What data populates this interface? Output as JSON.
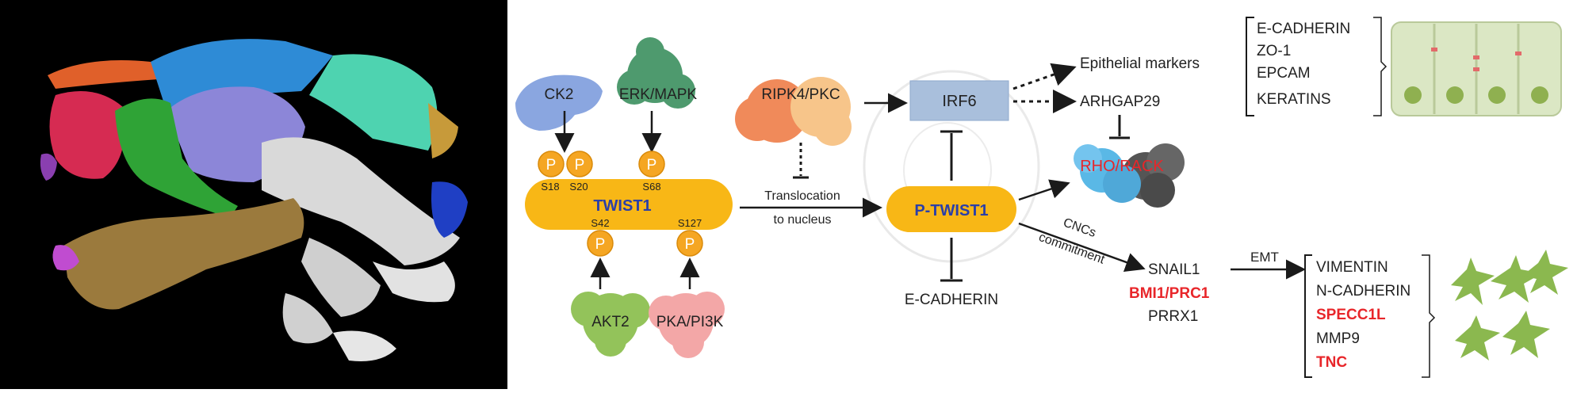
{
  "colors": {
    "twist": "#f8b716",
    "irf6_box": "#a9bfdc",
    "red_text": "#e8262a",
    "blue_text": "#2b3fa8",
    "phospho": "#f5a623",
    "ck2": "#8aa6e0",
    "erk": "#4e9a6e",
    "ripk4_a": "#f08a5a",
    "ripk4_b": "#f7c58a",
    "akt2": "#93c35a",
    "pka": "#f3a7a7",
    "cell_fill": "#dbe7c4",
    "nucleus": "#8fb050",
    "mesenchymal": "#8bb84f"
  },
  "kinases": {
    "ck2": "CK2",
    "erk": "ERK/MAPK",
    "ripk4": "RIPK4/PKC",
    "akt2": "AKT2",
    "pka": "PKA/PI3K"
  },
  "twist1": {
    "label": "TWIST1",
    "sites_top": [
      "S18",
      "S20",
      "S68"
    ],
    "sites_bottom": [
      "S42",
      "S127"
    ],
    "phospho_symbol": "P"
  },
  "translocation": {
    "line1": "Translocation",
    "line2": "to nucleus"
  },
  "p_twist1": "P-TWIST1",
  "irf6": "IRF6",
  "ecadherin_inhibited": "E-CADHERIN",
  "epithelial_markers": "Epithelial markers",
  "arhgap29": "ARHGAP29",
  "rho_rack": "RHO/RACK",
  "epithelial_list": [
    "E-CADHERIN",
    "ZO-1",
    "EPCAM",
    "KERATINS"
  ],
  "cncs": {
    "line1": "CNCs",
    "line2": "commitment"
  },
  "snail1": "SNAIL1",
  "bmi1": "BMI1/PRC1",
  "prrx1": "PRRX1",
  "emt": "EMT",
  "mesenchymal_list": [
    {
      "text": "VIMENTIN",
      "red": false
    },
    {
      "text": "N-CADHERIN",
      "red": false
    },
    {
      "text": "SPECC1L",
      "red": true
    },
    {
      "text": "MMP9",
      "red": false
    },
    {
      "text": "TNC",
      "red": true
    }
  ]
}
